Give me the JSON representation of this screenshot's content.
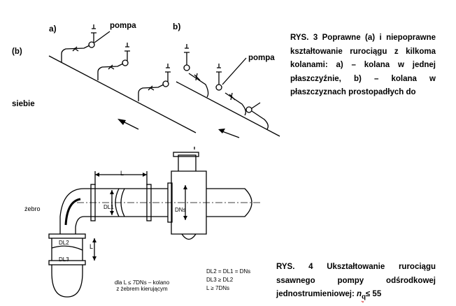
{
  "side_label_b": "(b)",
  "side_label_siebie": "siebie",
  "fig3": {
    "label_a": "a)",
    "label_b": "b)",
    "pump_label_a": "pompa",
    "pump_label_b": "pompa",
    "caption": "RYS. 3  Poprawne (a) i niepoprawne kształtowanie rurociągu z kilkoma kolanami: a) – kolana w jednej płaszczyźnie, b) – kolana w płaszczyznach prostopadłych do"
  },
  "fig4": {
    "label_L_top": "L",
    "label_L_side": "L",
    "label_zebro": "żebro",
    "label_DL1": "DL1",
    "label_DL2": "DL2",
    "label_DL3": "DL3",
    "label_DNs": "DNs",
    "note_line1": "dla L ≤ 7DNs – kolano",
    "note_line2": "z żebrem kierującym",
    "formula_line1": "DL2 = DL1 = DNs",
    "formula_line2": "DL3 ≥ DL2",
    "formula_line3": "L ≥ 7DNs",
    "caption_main": "RYS. 4 Ukształtowanie rurociągu ssawnego pompy odśrodkowej jednostrumieniowej:",
    "caption_n": "n",
    "caption_q": "q",
    "caption_tail": "≤ 55"
  }
}
